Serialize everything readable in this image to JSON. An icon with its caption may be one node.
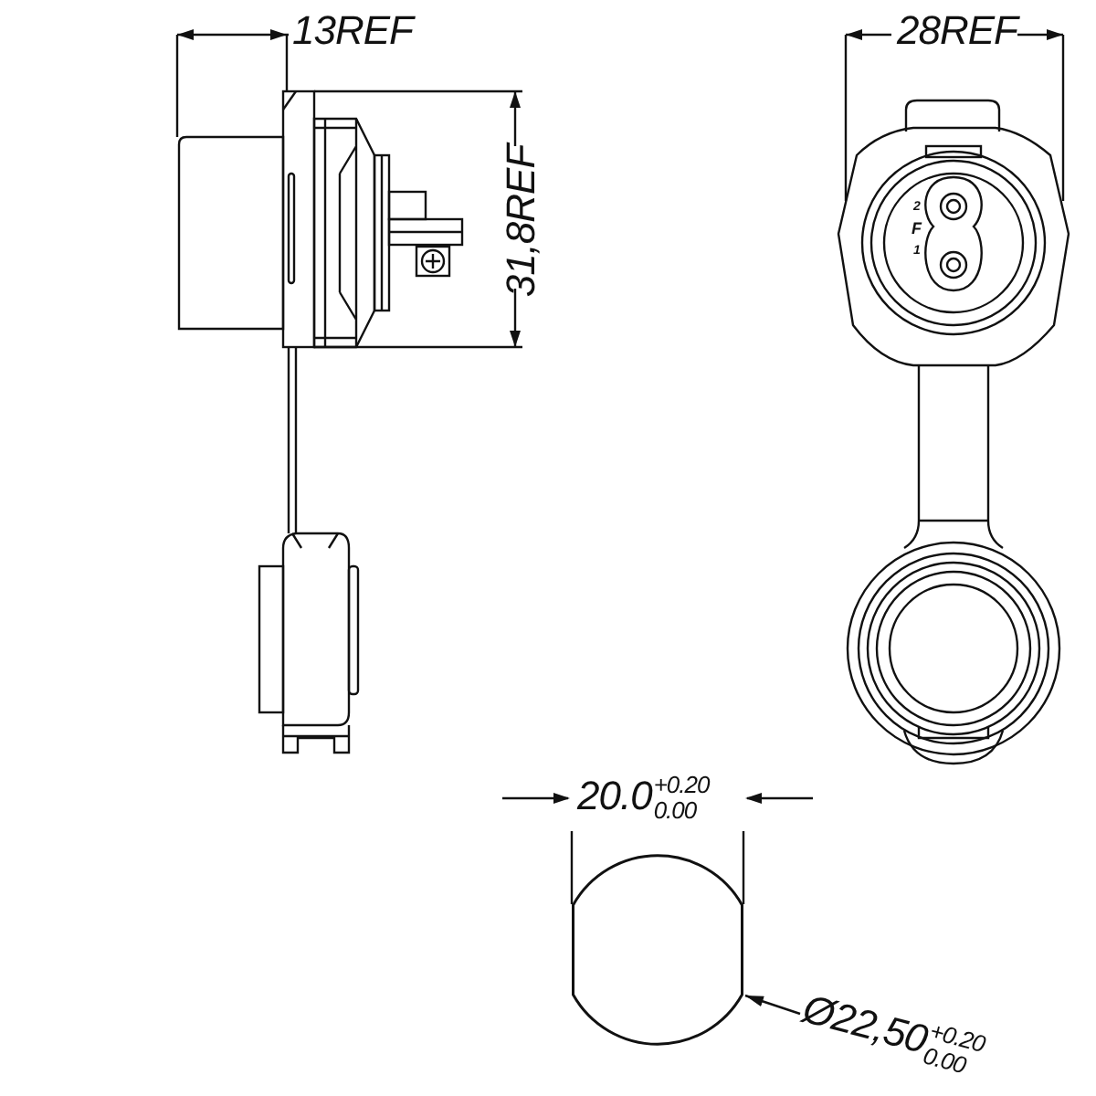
{
  "diagram": {
    "nodes": [
      {
        "text": [],
        "shape": "circle"
      },
      {
        "text": [
          "Ø22,50$^{+0.20}$$_{0.00}$"
        ]
      }
    ],
    "edges": [
      {
        "from": 1,
        "to": 0,
        "arrow": "to"
      }
    ],
    "labels": [
      "13REF",
      "28REF",
      "31,8REF",
      "2",
      "F",
      "1",
      "20.0$^{+0.20}$$_{0.00}$"
    ]
  }
}
